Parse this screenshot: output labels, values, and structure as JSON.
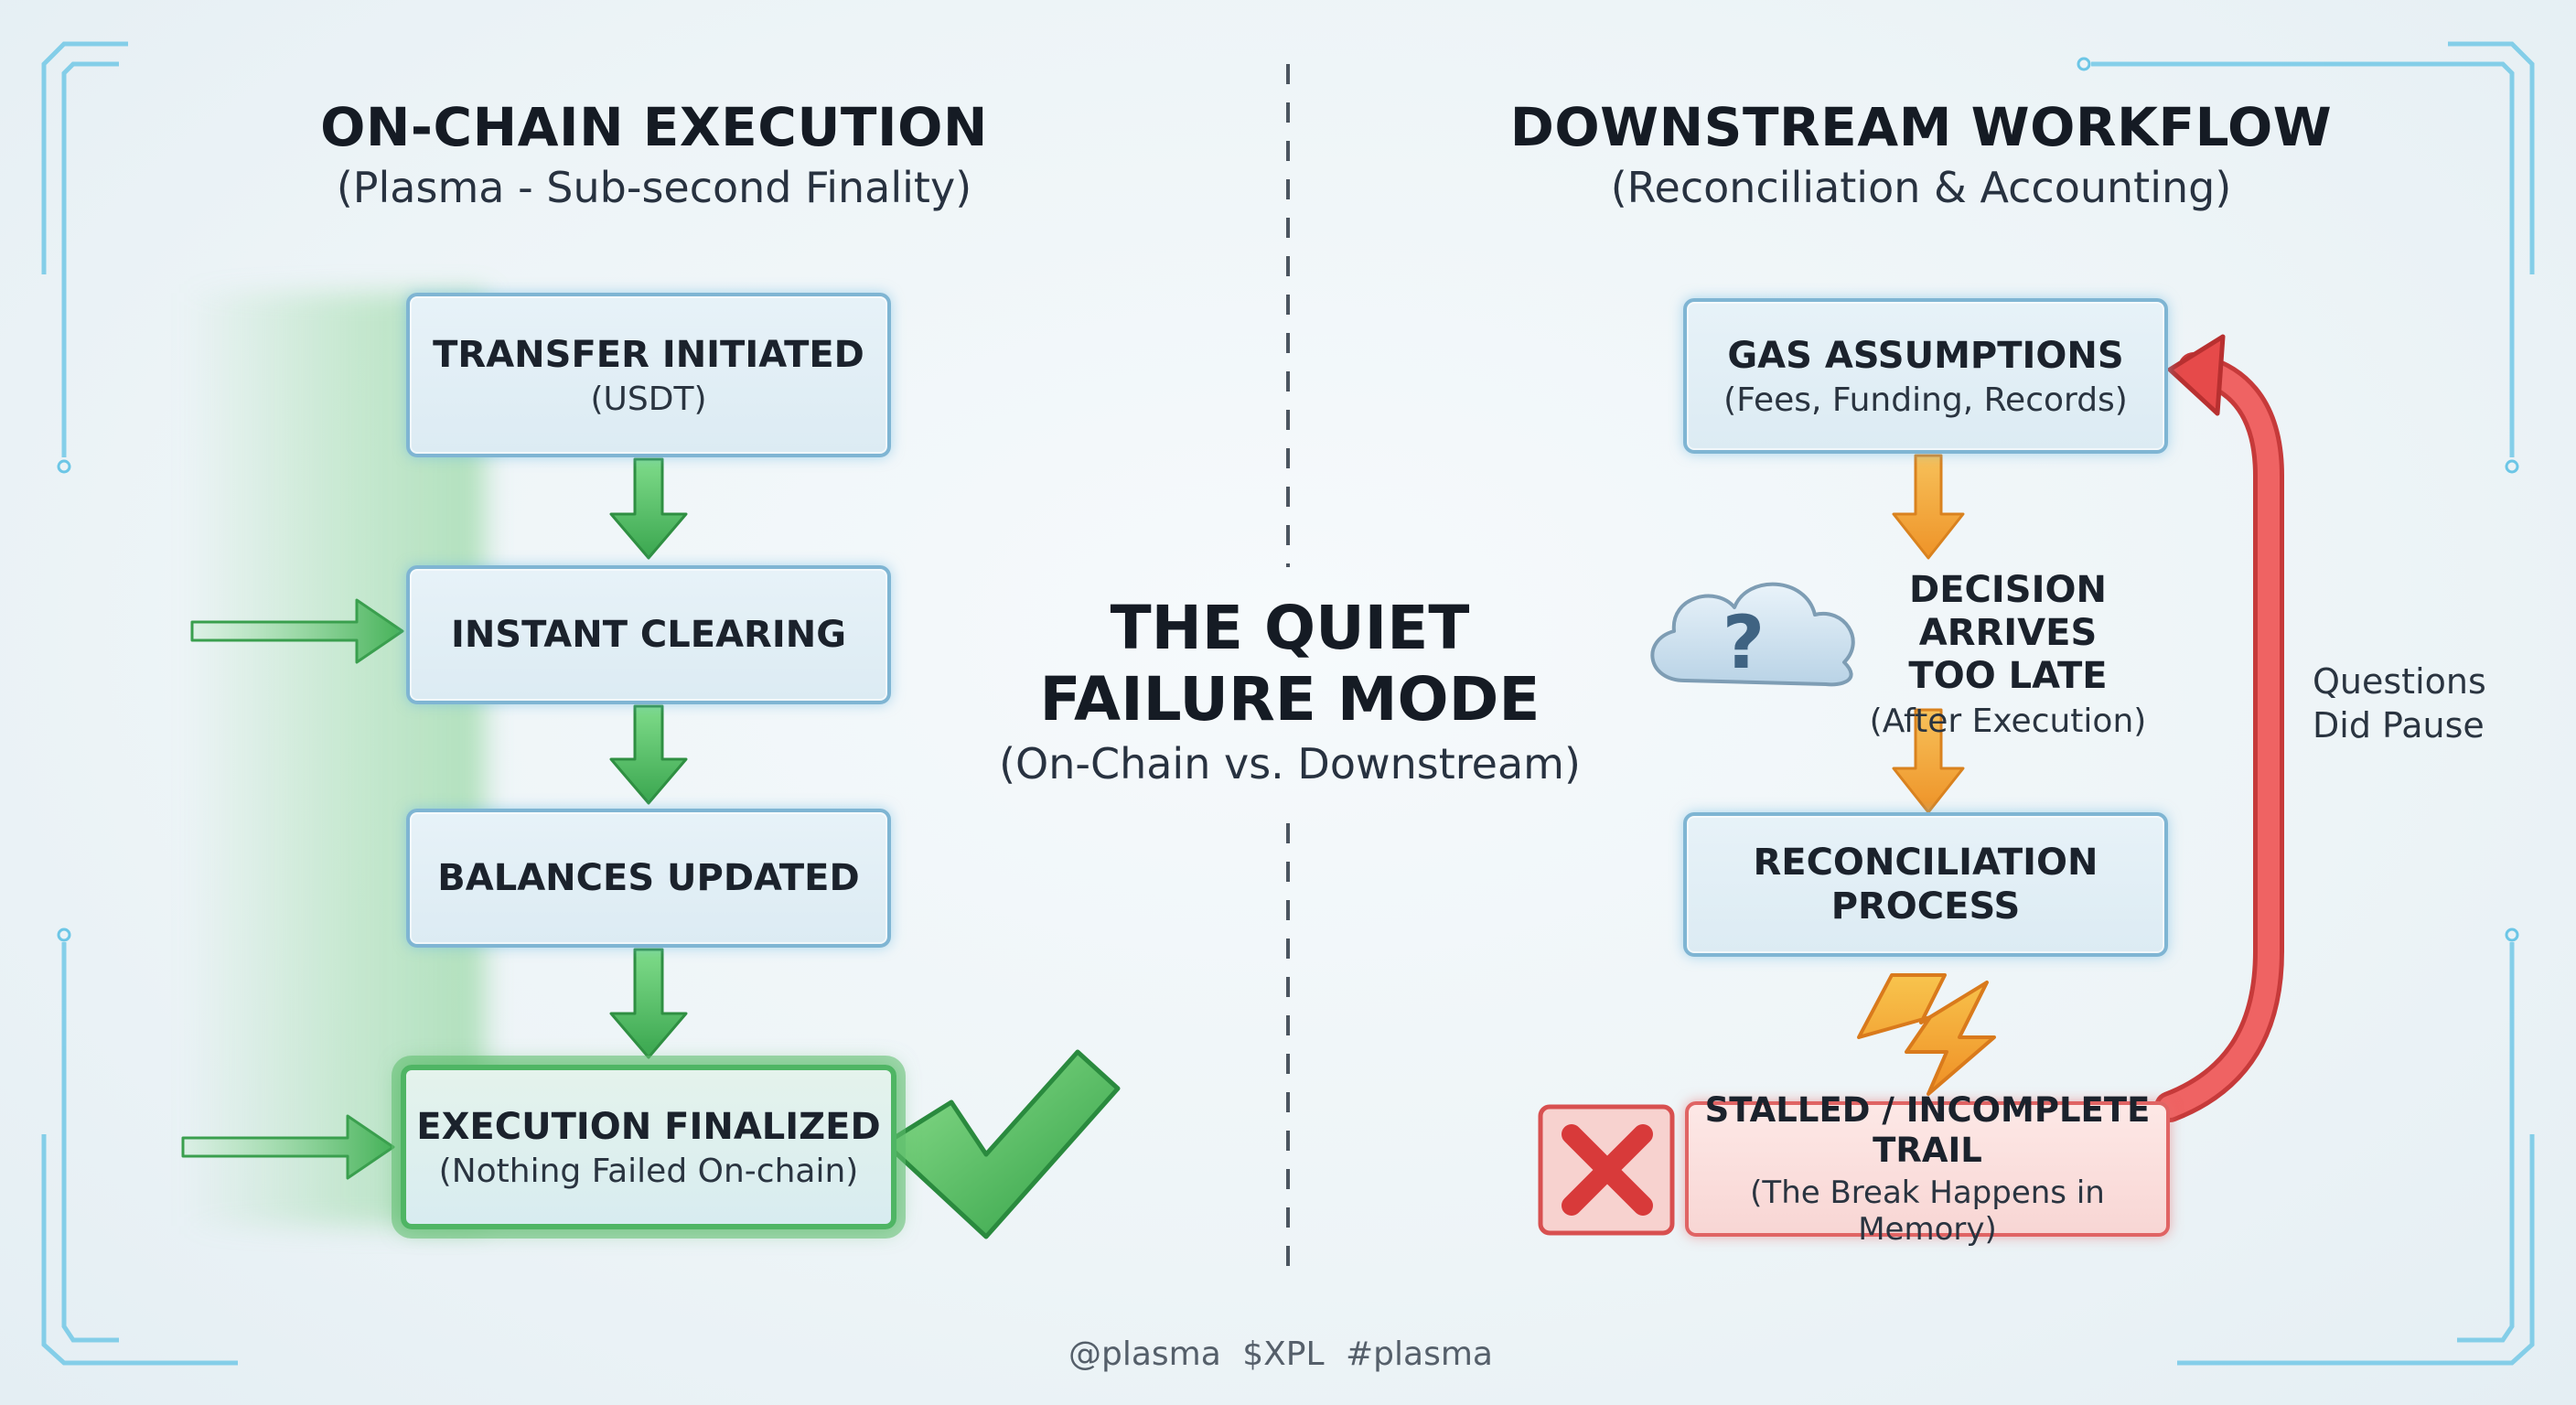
{
  "left_panel": {
    "title": "ON-CHAIN EXECUTION",
    "subtitle": "(Plasma - Sub-second Finality)",
    "steps": [
      {
        "title": "TRANSFER INITIATED",
        "sub": "(USDT)"
      },
      {
        "title": "INSTANT CLEARING",
        "sub": ""
      },
      {
        "title": "BALANCES UPDATED",
        "sub": ""
      },
      {
        "title": "EXECUTION FINALIZED",
        "sub": "(Nothing Failed On-chain)"
      }
    ]
  },
  "center": {
    "title_line1": "THE QUIET",
    "title_line2": "FAILURE MODE",
    "subtitle": "(On-Chain vs. Downstream)"
  },
  "right_panel": {
    "title": "DOWNSTREAM WORKFLOW",
    "subtitle": "(Reconciliation & Accounting)",
    "gas": {
      "title": "GAS ASSUMPTIONS",
      "sub": "(Fees, Funding, Records)"
    },
    "decision": {
      "line1": "DECISION ARRIVES",
      "line2": "TOO LATE",
      "sub": "(After Execution)"
    },
    "reconciliation": {
      "line1": "RECONCILIATION",
      "line2": "PROCESS"
    },
    "stalled": {
      "title": "STALLED / INCOMPLETE TRAIL",
      "sub": "(The Break Happens in Memory)"
    },
    "feedback_label": "Questions\nDid Pause"
  },
  "footer": "@plasma  $XPL  #plasma",
  "colors": {
    "green": "#4fb564",
    "orange": "#f2a33a",
    "red": "#e05050",
    "blue_border": "#7fb5d3"
  }
}
